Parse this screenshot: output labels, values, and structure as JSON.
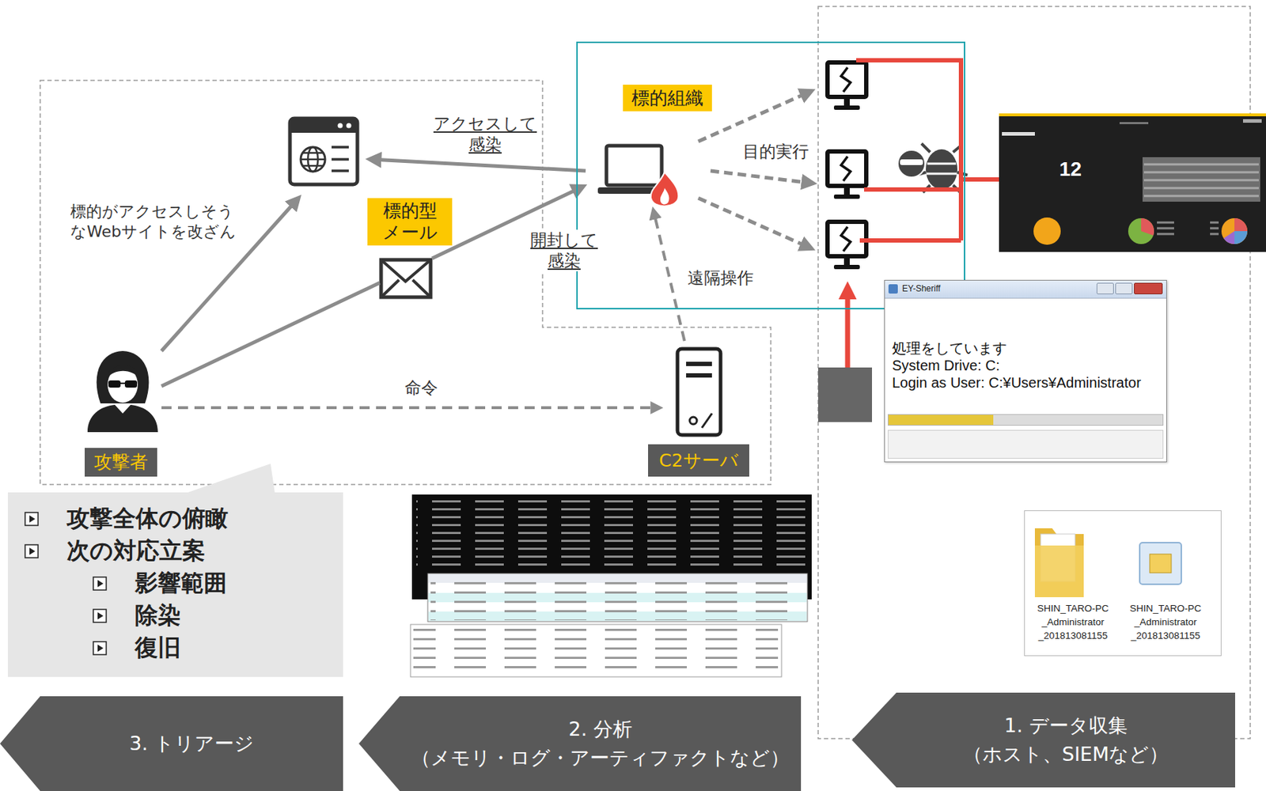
{
  "diagram": {
    "nodes": [
      {
        "text": [
          "標的組織"
        ]
      },
      {
        "text": [
          "攻撃者"
        ]
      },
      {
        "text": [
          "標的型 メール"
        ]
      },
      {
        "text": [
          "C2サーバ"
        ]
      },
      {
        "text": [
          "攻撃全体の俯瞰",
          "次の対応立案",
          "影響範囲",
          "除染",
          "復旧"
        ]
      },
      {
        "text": [
          "3. トリアージ"
        ]
      },
      {
        "text": [
          "2. 分析",
          "（メモリ・ログ・アーティファクトなど）"
        ]
      },
      {
        "text": [
          "1. データ収集",
          "（ホスト、SIEMなど）"
        ]
      },
      {
        "text": [
          "EY-Sheriff",
          "処理をしています",
          "System Drive: C:",
          "Login as User: C:¥Users¥Administrator"
        ]
      },
      {
        "text": [
          "12"
        ]
      },
      {
        "text": [
          "SHIN_TARO-PC _Administrator _201813081155",
          "SHIN_TARO-PC _Administrator _201813081155"
        ]
      }
    ],
    "edges": [
      {
        "from": 1,
        "to": 3,
        "arrow": "to",
        "label": "命令"
      },
      {
        "from": 3,
        "to": 0,
        "arrow": "to",
        "label": "遠隔操作"
      },
      {
        "from": 1,
        "to": 2,
        "arrow": "none"
      },
      {
        "from": 2,
        "to": 0,
        "arrow": "to",
        "label": "開封して 感染"
      }
    ],
    "labels": [
      "標的がアクセスしそう なWebサイトを改ざん",
      "アクセスして 感染",
      "目的実行"
    ]
  }
}
